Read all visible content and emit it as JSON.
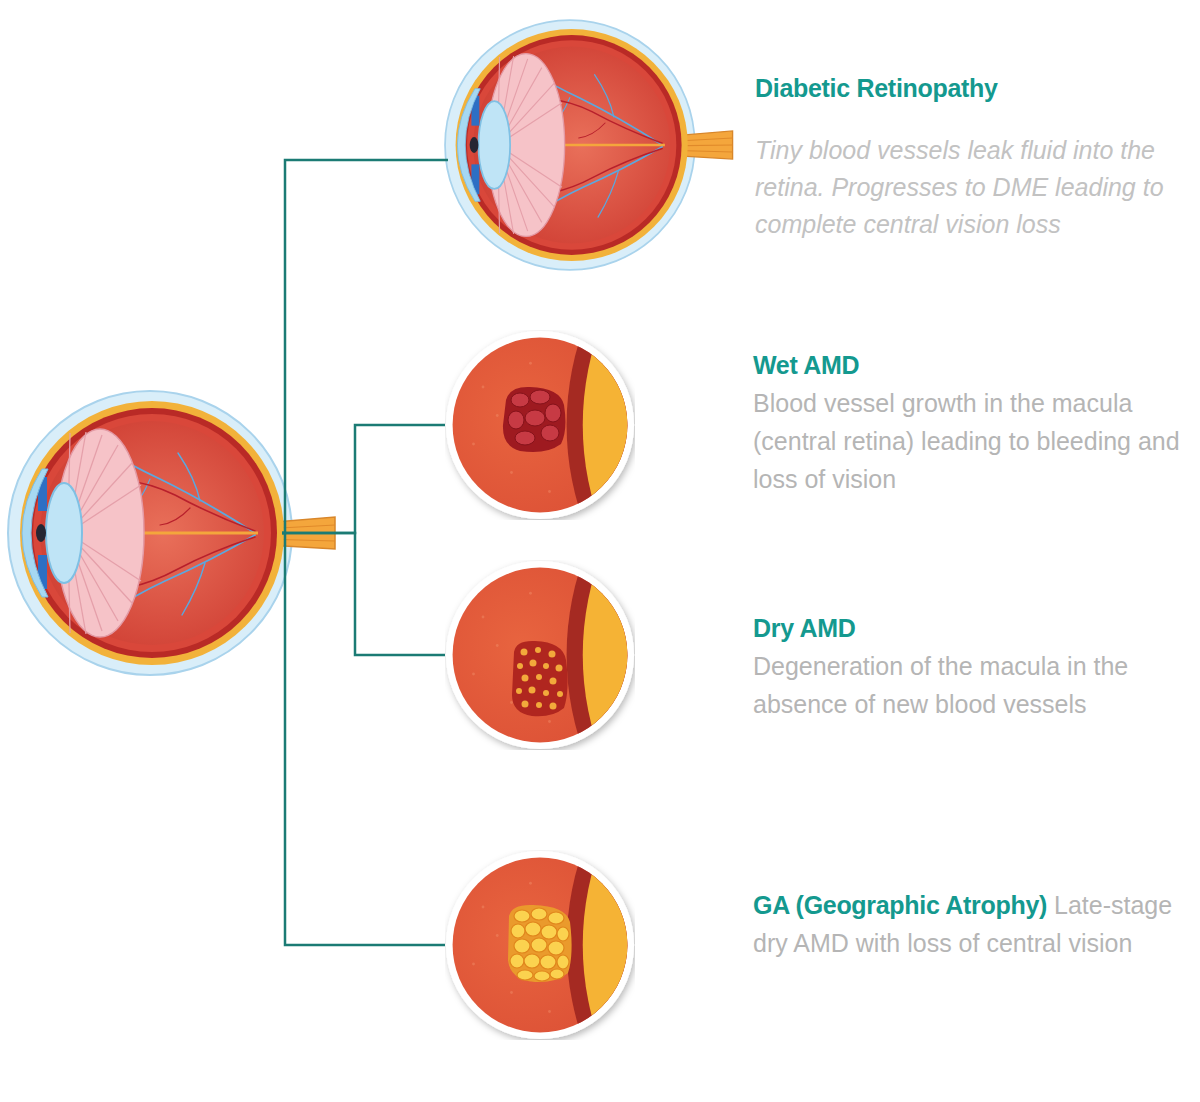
{
  "diagram": {
    "nodes": [
      {
        "text": []
      },
      {
        "text": [
          "Diabetic Retinopathy",
          "Tiny blood vessels leak fluid into the retina. Progresses to DME leading to complete central vision loss"
        ]
      },
      {
        "text": [
          "Wet AMD",
          "Blood vessel growth in the macula (central retina) leading to bleeding and loss of vision"
        ]
      },
      {
        "text": [
          "Dry AMD",
          "Degeneration of the macula in the absence of new blood vessels"
        ]
      },
      {
        "text": [
          "GA (Geographic Atrophy)",
          "Late-stage dry AMD with loss of central vision"
        ]
      }
    ],
    "edges": [
      {
        "from": 0,
        "to": 1,
        "arrow": "none"
      },
      {
        "from": 0,
        "to": 2,
        "arrow": "none"
      },
      {
        "from": 0,
        "to": 3,
        "arrow": "none"
      },
      {
        "from": 0,
        "to": 4,
        "arrow": "none"
      }
    ]
  }
}
